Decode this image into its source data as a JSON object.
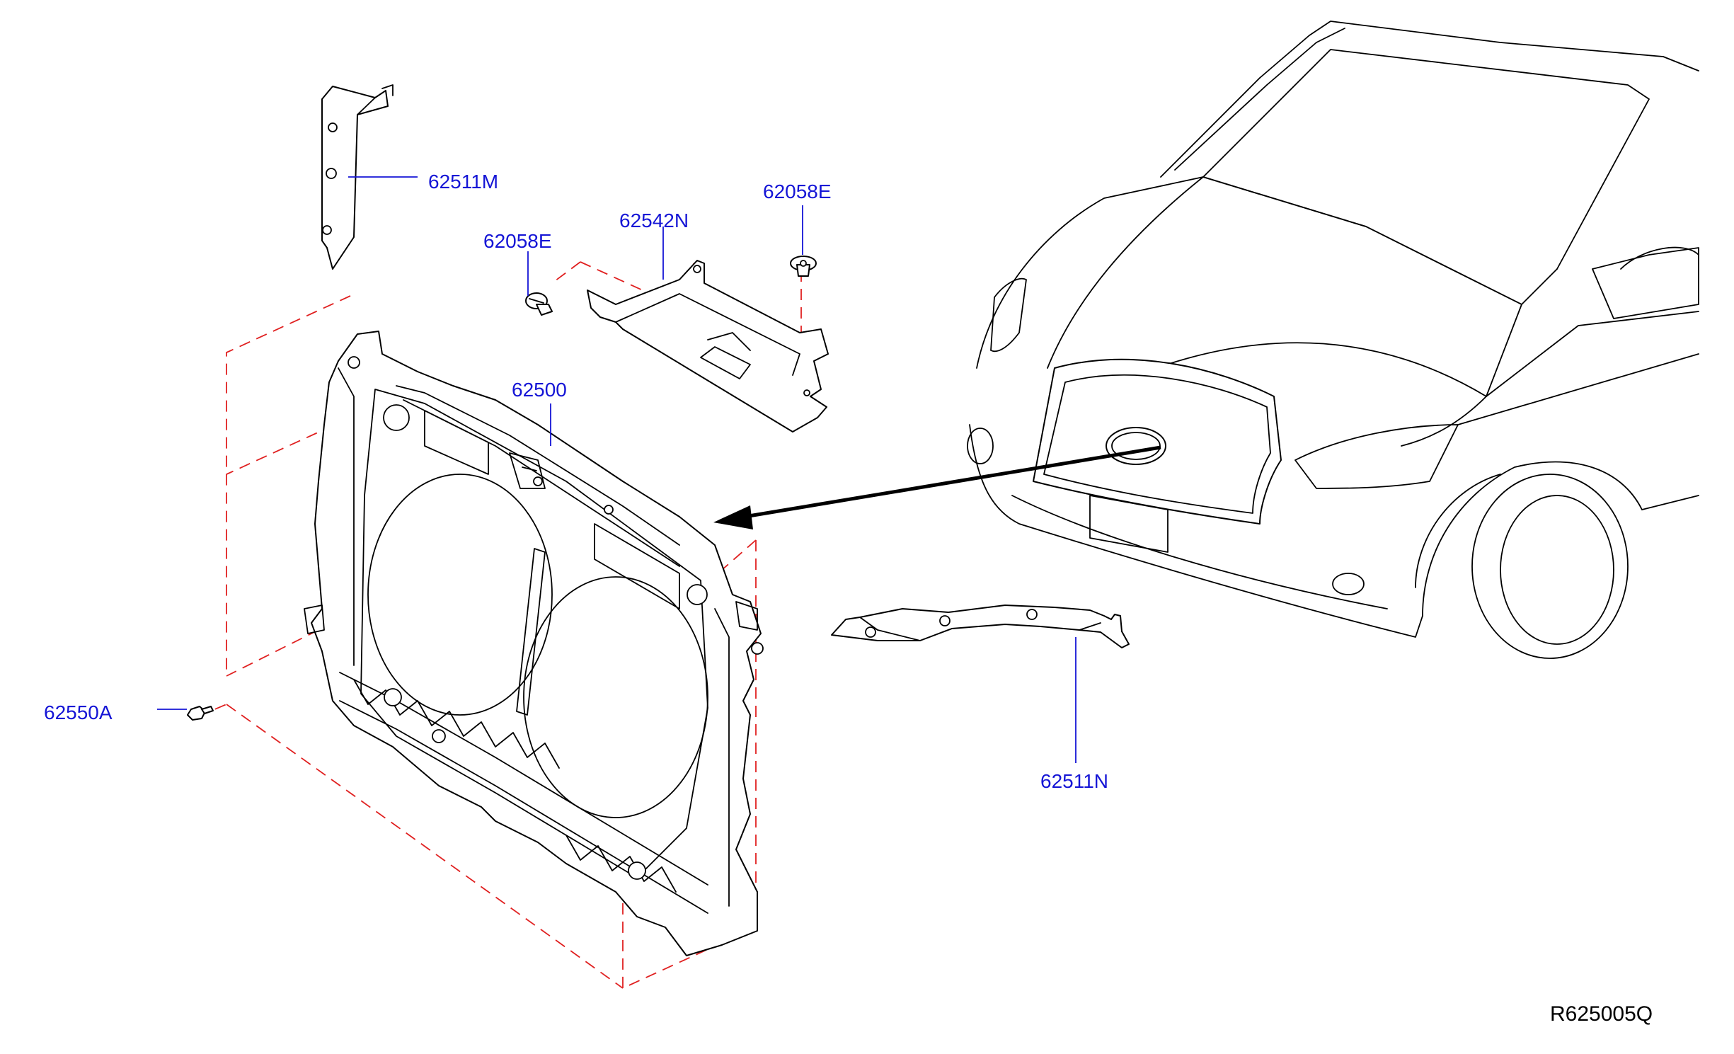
{
  "labels": {
    "p62511M": "62511M",
    "p62542N": "62542N",
    "p62058E_right": "62058E",
    "p62058E_left": "62058E",
    "p62500": "62500",
    "p62550A": "62550A",
    "p62511N": "62511N"
  },
  "diagram_code": "R625005Q",
  "colors": {
    "label": "#1515d6",
    "dashed_guides": "#e02020",
    "line_art": "#000000",
    "background": "#ffffff"
  }
}
